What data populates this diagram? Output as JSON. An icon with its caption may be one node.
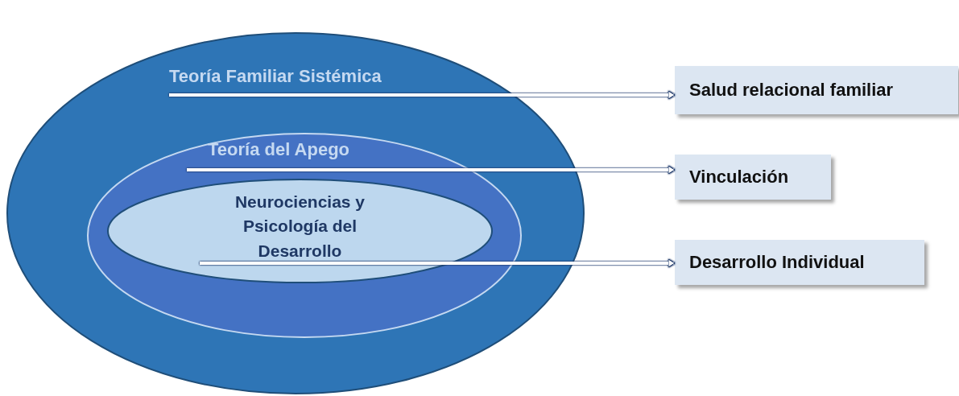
{
  "diagram": {
    "nodes": [
      {
        "text": [
          "Teoría Familiar Sistémica"
        ]
      },
      {
        "text": [
          "Teoría del Apego"
        ],
        "in": 0
      },
      {
        "text": [
          "Neurociencias y Psicología del Desarrollo"
        ],
        "in": 1
      },
      {
        "text": [
          "Salud relacional familiar"
        ]
      },
      {
        "text": [
          "Vinculación"
        ]
      },
      {
        "text": [
          "Desarrollo Individual"
        ]
      }
    ],
    "edges": [
      {
        "from": 0,
        "to": 3,
        "arrow": "to"
      },
      {
        "from": 1,
        "to": 4,
        "arrow": "to"
      },
      {
        "from": 2,
        "to": 5,
        "arrow": "to"
      }
    ]
  }
}
